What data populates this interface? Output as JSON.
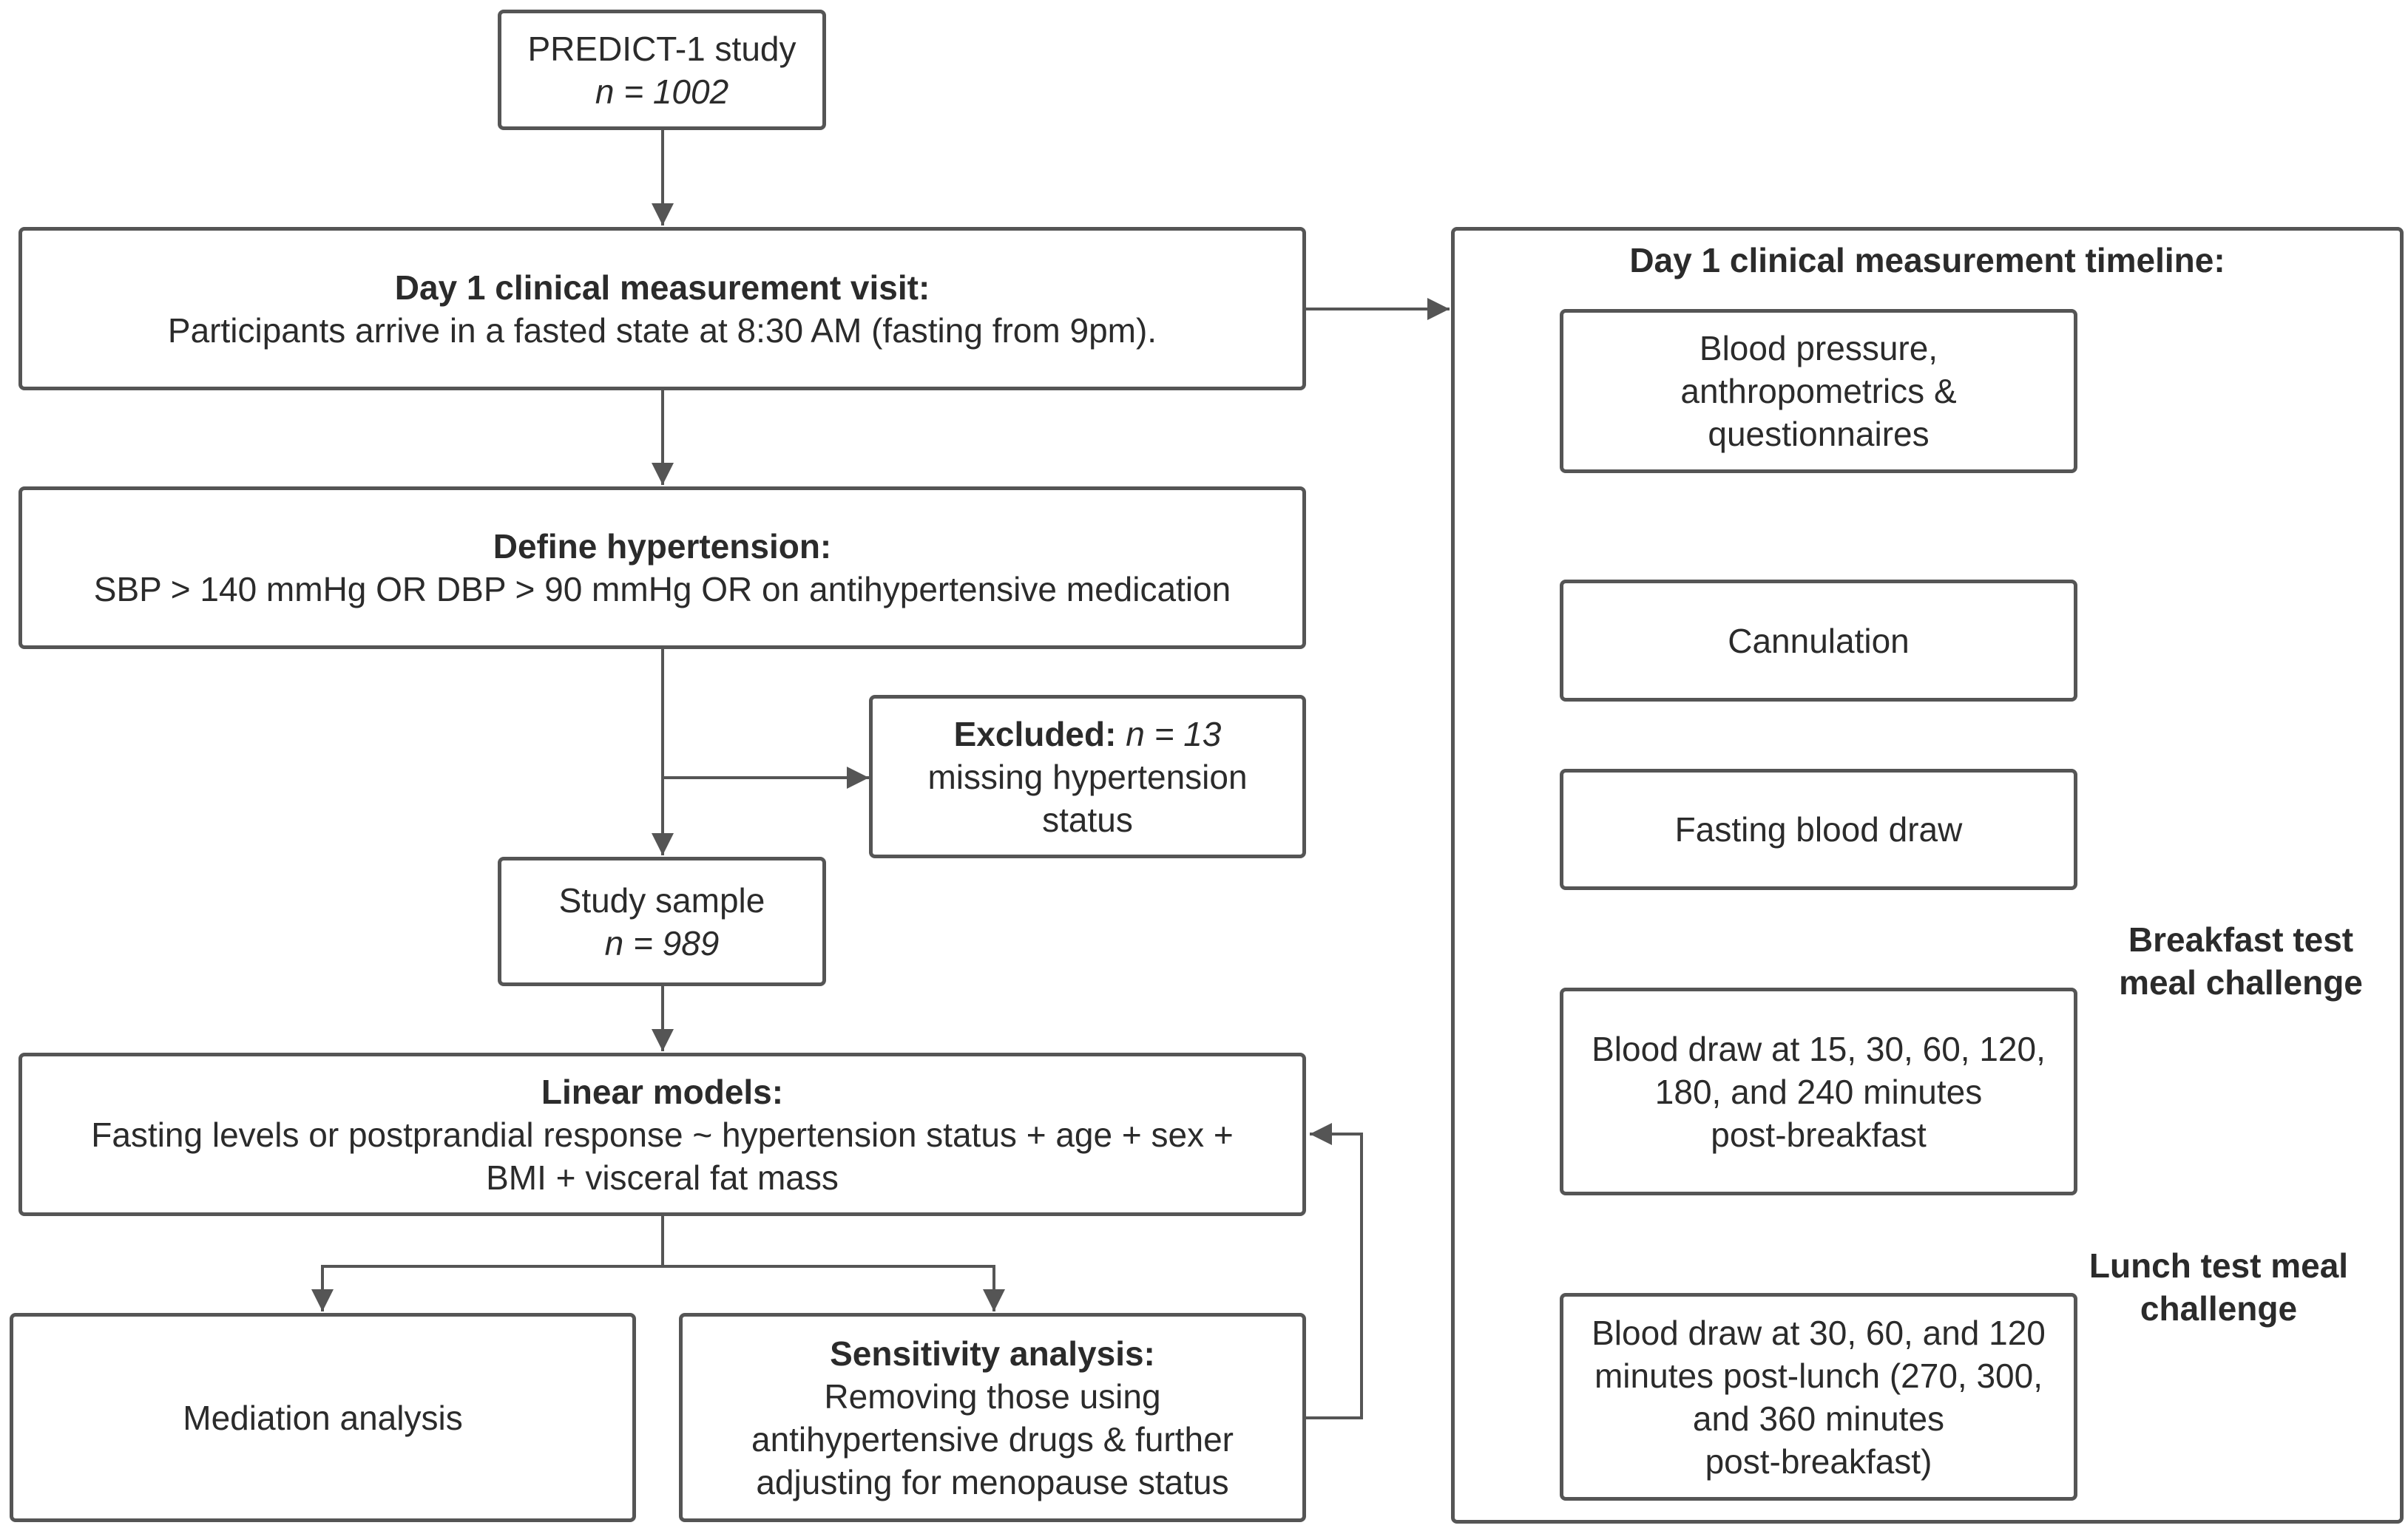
{
  "predict": {
    "line1": "PREDICT-1 study",
    "line2": "n = 1002"
  },
  "day1_visit": {
    "title": "Day 1 clinical measurement visit:",
    "body": "Participants arrive in a fasted state at 8:30 AM (fasting from 9pm)."
  },
  "hypertension": {
    "title": "Define hypertension:",
    "body": "SBP > 140 mmHg OR DBP > 90 mmHg OR on antihypertensive medication"
  },
  "excluded": {
    "title": "Excluded:",
    "n": "n = 13",
    "line2": "missing hypertension",
    "line3": "status"
  },
  "study_sample": {
    "line1": "Study sample",
    "line2": "n = 989"
  },
  "linear_models": {
    "title": "Linear models:",
    "line1": "Fasting levels or postprandial response ~ hypertension status + age + sex +",
    "line2": "BMI + visceral fat mass"
  },
  "mediation": {
    "label": "Mediation analysis"
  },
  "sensitivity": {
    "title": "Sensitivity analysis:",
    "line1": "Removing those using",
    "line2": "antihypertensive drugs & further",
    "line3": "adjusting for menopause status"
  },
  "timeline": {
    "title": "Day 1 clinical measurement timeline:",
    "bp": {
      "line1": "Blood pressure,",
      "line2": "anthropometrics &",
      "line3": "questionnaires"
    },
    "cannulation": "Cannulation",
    "fasting_draw": "Fasting blood draw",
    "breakfast_draw": {
      "line1": "Blood draw at 15, 30, 60, 120,",
      "line2": "180, and 240 minutes",
      "line3": "post-breakfast"
    },
    "lunch_draw": {
      "line1": "Blood draw at 30, 60, and 120",
      "line2": "minutes post-lunch (270, 300,",
      "line3": "and 360 minutes",
      "line4": "post-breakfast)"
    },
    "breakfast_label": {
      "line1": "Breakfast test",
      "line2": "meal challenge"
    },
    "lunch_label": {
      "line1": "Lunch test meal",
      "line2": "challenge"
    }
  },
  "colors": {
    "stroke": "#555555",
    "text": "#2b2b2b",
    "background": "#ffffff"
  }
}
